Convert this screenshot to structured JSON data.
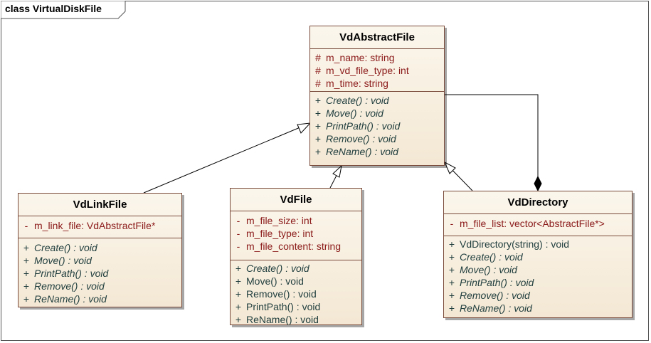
{
  "frame": {
    "title": "class VirtualDiskFile"
  },
  "classes": {
    "abstract": {
      "name": "VdAbstractFile",
      "attributes": [
        {
          "vis": "#",
          "sig": "m_name:  string"
        },
        {
          "vis": "#",
          "sig": "m_vd_file_type:  int"
        },
        {
          "vis": "#",
          "sig": "m_time:  string"
        }
      ],
      "operations": [
        {
          "vis": "+",
          "sig": "Create() : void",
          "abstract": true
        },
        {
          "vis": "+",
          "sig": "Move() : void",
          "abstract": true
        },
        {
          "vis": "+",
          "sig": "PrintPath() : void",
          "abstract": true
        },
        {
          "vis": "+",
          "sig": "Remove() : void",
          "abstract": true
        },
        {
          "vis": "+",
          "sig": "ReName() : void",
          "abstract": true
        }
      ]
    },
    "link": {
      "name": "VdLinkFile",
      "attributes": [
        {
          "vis": "-",
          "sig": "m_link_file:  VdAbstractFile*"
        }
      ],
      "operations": [
        {
          "vis": "+",
          "sig": "Create() : void",
          "abstract": true
        },
        {
          "vis": "+",
          "sig": "Move() : void",
          "abstract": true
        },
        {
          "vis": "+",
          "sig": "PrintPath() : void",
          "abstract": true
        },
        {
          "vis": "+",
          "sig": "Remove() : void",
          "abstract": true
        },
        {
          "vis": "+",
          "sig": "ReName() : void",
          "abstract": true
        }
      ]
    },
    "file": {
      "name": "VdFile",
      "attributes": [
        {
          "vis": "-",
          "sig": "m_file_size:  int"
        },
        {
          "vis": "-",
          "sig": "m_file_type:  int"
        },
        {
          "vis": "-",
          "sig": "m_file_content:  string"
        }
      ],
      "operations": [
        {
          "vis": "+",
          "sig": "Create() : void",
          "abstract": true
        },
        {
          "vis": "+",
          "sig": "Move() : void",
          "abstract": false
        },
        {
          "vis": "+",
          "sig": "Remove() : void",
          "abstract": false
        },
        {
          "vis": "+",
          "sig": "PrintPath() : void",
          "abstract": false
        },
        {
          "vis": "+",
          "sig": "ReName() : void",
          "abstract": false
        }
      ]
    },
    "dir": {
      "name": "VdDirectory",
      "attributes": [
        {
          "vis": "-",
          "sig": "m_file_list:  vector<AbstractFile*>"
        }
      ],
      "operations": [
        {
          "vis": "+",
          "sig": "VdDirectory(string) : void",
          "abstract": false
        },
        {
          "vis": "+",
          "sig": "Create() : void",
          "abstract": true
        },
        {
          "vis": "+",
          "sig": "Move() : void",
          "abstract": true
        },
        {
          "vis": "+",
          "sig": "PrintPath() : void",
          "abstract": true
        },
        {
          "vis": "+",
          "sig": "Remove() : void",
          "abstract": true
        },
        {
          "vis": "+",
          "sig": "ReName() : void",
          "abstract": true
        }
      ]
    }
  },
  "colors": {
    "border": "#7a4a3a",
    "attribute_text": "#8b1a1a",
    "operation_text": "#1f3d3d",
    "fill_top": "#fbf6ec",
    "fill_bottom": "#f4e8d4"
  }
}
